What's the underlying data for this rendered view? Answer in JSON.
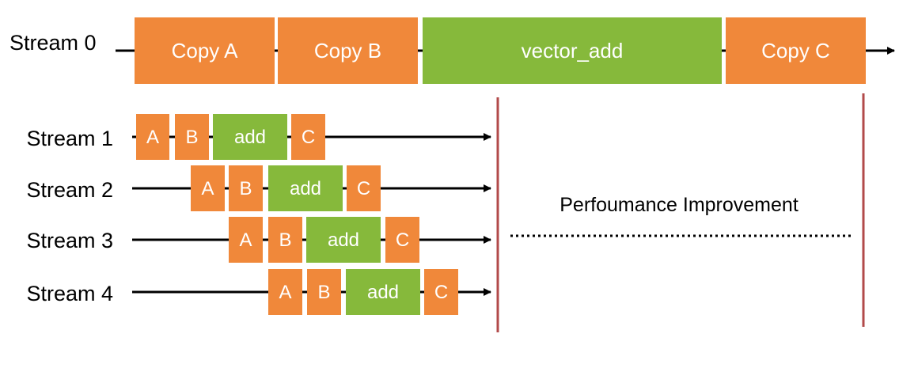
{
  "colors": {
    "copy": "#F0883A",
    "compute": "#86B93B",
    "line": "#000000",
    "divider": "#B24A4A",
    "box_text": "#FFFFFF"
  },
  "annotation": "Perfoumance Improvement",
  "streams": [
    {
      "label": "Stream 0",
      "ops": [
        {
          "text": "Copy A",
          "kind": "copy"
        },
        {
          "text": "Copy B",
          "kind": "copy"
        },
        {
          "text": "vector_add",
          "kind": "compute"
        },
        {
          "text": "Copy C",
          "kind": "copy"
        }
      ]
    },
    {
      "label": "Stream 1",
      "ops": [
        {
          "text": "A",
          "kind": "copy"
        },
        {
          "text": "B",
          "kind": "copy"
        },
        {
          "text": "add",
          "kind": "compute"
        },
        {
          "text": "C",
          "kind": "copy"
        }
      ]
    },
    {
      "label": "Stream 2",
      "ops": [
        {
          "text": "A",
          "kind": "copy"
        },
        {
          "text": "B",
          "kind": "copy"
        },
        {
          "text": "add",
          "kind": "compute"
        },
        {
          "text": "C",
          "kind": "copy"
        }
      ]
    },
    {
      "label": "Stream 3",
      "ops": [
        {
          "text": "A",
          "kind": "copy"
        },
        {
          "text": "B",
          "kind": "copy"
        },
        {
          "text": "add",
          "kind": "compute"
        },
        {
          "text": "C",
          "kind": "copy"
        }
      ]
    },
    {
      "label": "Stream 4",
      "ops": [
        {
          "text": "A",
          "kind": "copy"
        },
        {
          "text": "B",
          "kind": "copy"
        },
        {
          "text": "add",
          "kind": "compute"
        },
        {
          "text": "C",
          "kind": "copy"
        }
      ]
    }
  ]
}
